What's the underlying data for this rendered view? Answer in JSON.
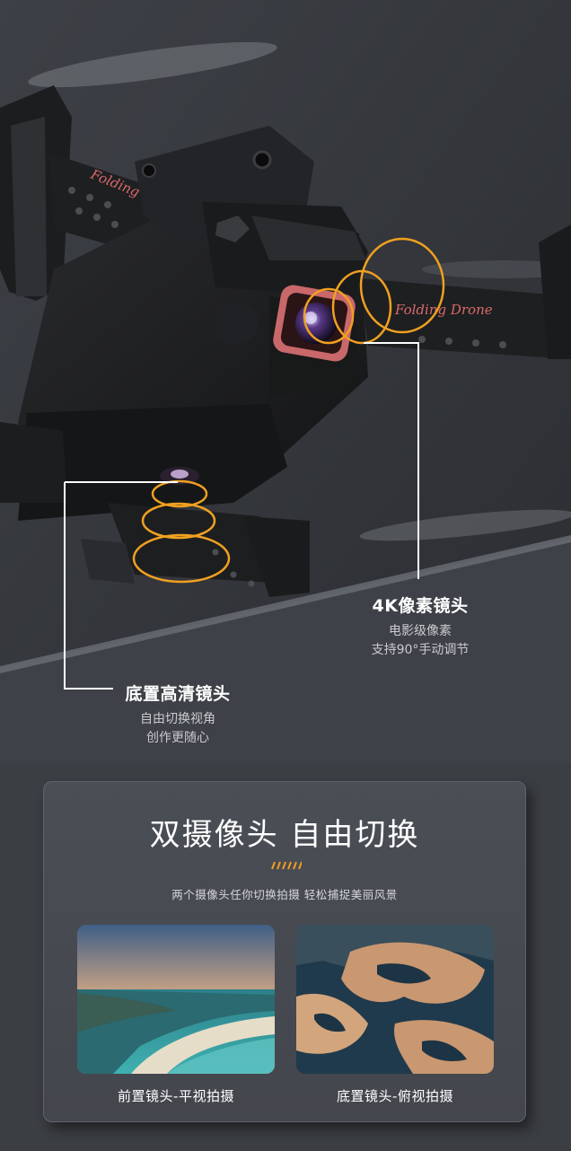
{
  "hero": {
    "arm_brand_text": "Folding Drone",
    "bottom_camera": {
      "title": "底置高清镜头",
      "line1": "自由切换视角",
      "line2": "创作更随心"
    },
    "top_camera": {
      "title": "4K像素镜头",
      "line1": "电影级像素",
      "line2": "支持90°手动调节"
    },
    "highlight_color": "#f0a020"
  },
  "feature_panel": {
    "heading": "双摄像头 自由切换",
    "tagline": "两个摄像头任你切换拍摄 轻松捕捉美丽风景",
    "photos": [
      {
        "caption": "前置镜头-平视拍摄"
      },
      {
        "caption": "底置镜头-俯视拍摄"
      }
    ]
  }
}
